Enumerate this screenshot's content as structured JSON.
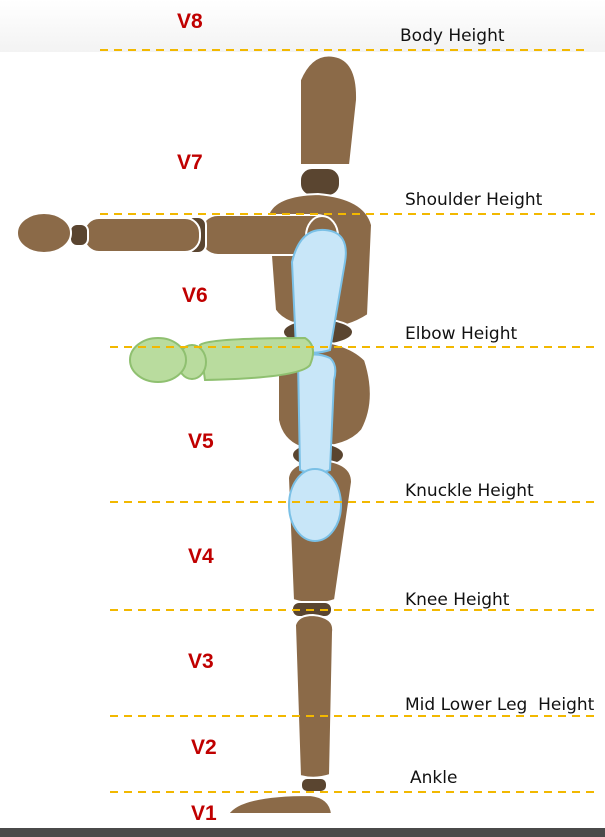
{
  "zones": {
    "v8": "V8",
    "v7": "V7",
    "v6": "V6",
    "v5": "V5",
    "v4": "V4",
    "v3": "V3",
    "v2": "V2",
    "v1": "V1"
  },
  "heights": {
    "body": "Body Height",
    "shoulder": "Shoulder Height",
    "elbow": "Elbow Height",
    "knuckle": "Knuckle Height",
    "knee": "Knee Height",
    "mid_lower_leg": "Mid Lower Leg  Height",
    "ankle": "Ankle"
  },
  "colors": {
    "zone_label": "#c00000",
    "guide_line": "#f2b800",
    "mannequin": "#8b6a48",
    "mannequin_joint": "#5a4530",
    "upper_arm_highlight": "#c8e6f8",
    "forearm_highlight": "#b9dc9e"
  }
}
